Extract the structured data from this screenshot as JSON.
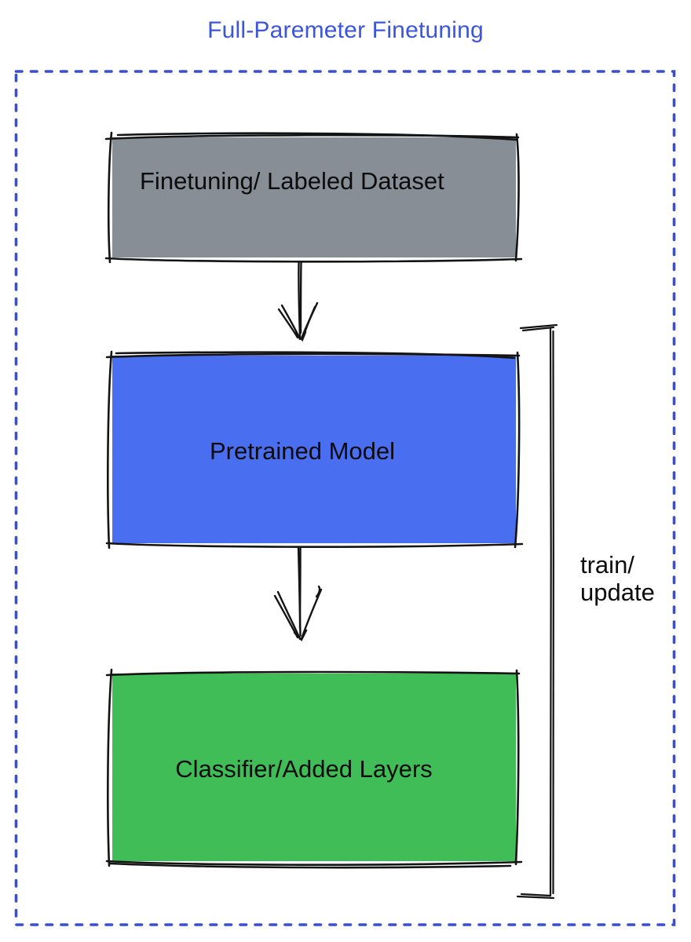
{
  "title": "Full-Paremeter Finetuning",
  "colors": {
    "title_text": "#3c55dc",
    "dashed_border": "#3a4ed2",
    "sketch_stroke": "#141414",
    "label_text": "#0c0c0c",
    "dataset_box_fill": "#878e96",
    "pretrained_box_fill": "#4a6ef0",
    "classifier_box_fill": "#41bd58"
  },
  "diagram": {
    "boxes": [
      {
        "id": "dataset",
        "label": "Finetuning/ Labeled Dataset",
        "fill": "#878e96"
      },
      {
        "id": "pretrained",
        "label": "Pretrained Model",
        "fill": "#4a6ef0"
      },
      {
        "id": "classifier",
        "label": "Classifier/Added Layers",
        "fill": "#41bd58"
      }
    ],
    "flow": [
      "Finetuning/ Labeled Dataset -> Pretrained Model",
      "Pretrained Model -> Classifier/Added Layers"
    ],
    "bracket_annotation": {
      "line1": "train/",
      "line2": "update"
    }
  }
}
